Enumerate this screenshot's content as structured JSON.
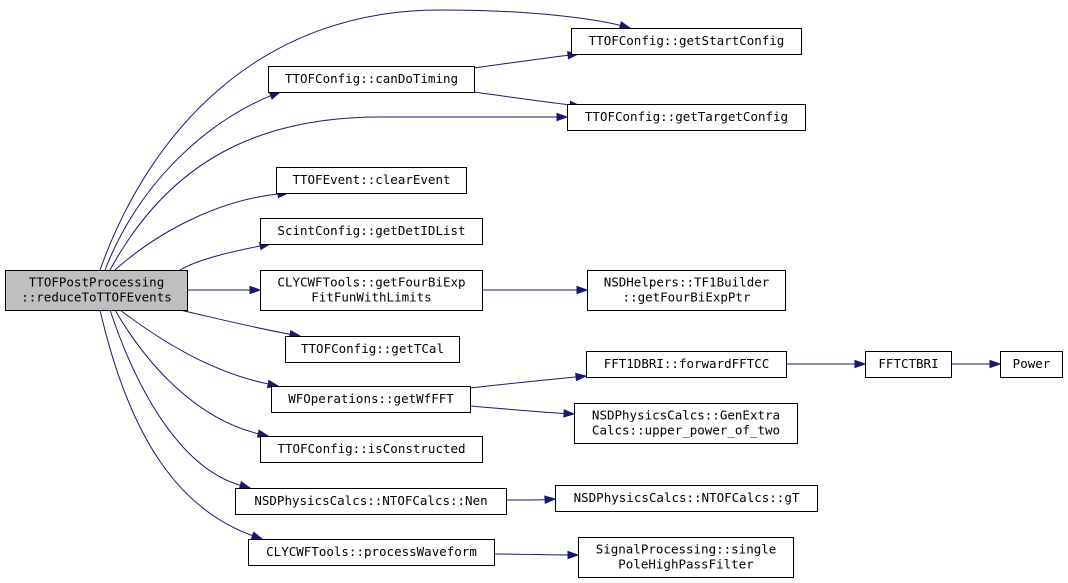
{
  "graph": {
    "edge_color": "#191970",
    "root_fill": "#bfbfbf",
    "node_fill": "#ffffff",
    "nodes": [
      {
        "id": "root",
        "lines": [
          "TTOFPostProcessing",
          "::reduceToTTOFEvents"
        ]
      },
      {
        "id": "startconfig",
        "lines": [
          "TTOFConfig::getStartConfig"
        ]
      },
      {
        "id": "candotiming",
        "lines": [
          "TTOFConfig::canDoTiming"
        ]
      },
      {
        "id": "targetconfig",
        "lines": [
          "TTOFConfig::getTargetConfig"
        ]
      },
      {
        "id": "clearevent",
        "lines": [
          "TTOFEvent::clearEvent"
        ]
      },
      {
        "id": "detidlist",
        "lines": [
          "ScintConfig::getDetIDList"
        ]
      },
      {
        "id": "fourbiexp",
        "lines": [
          "CLYCWFTools::getFourBiExp",
          "FitFunWithLimits"
        ]
      },
      {
        "id": "tf1builder",
        "lines": [
          "NSDHelpers::TF1Builder",
          "::getFourBiExpPtr"
        ]
      },
      {
        "id": "tcal",
        "lines": [
          "TTOFConfig::getTCal"
        ]
      },
      {
        "id": "forwardfftcc",
        "lines": [
          "FFT1DBRI::forwardFFTCC"
        ]
      },
      {
        "id": "fftctbri",
        "lines": [
          "FFTCTBRI"
        ]
      },
      {
        "id": "power",
        "lines": [
          "Power"
        ]
      },
      {
        "id": "getwffft",
        "lines": [
          "WFOperations::getWfFFT"
        ]
      },
      {
        "id": "upperpower",
        "lines": [
          "NSDPhysicsCalcs::GenExtra",
          "Calcs::upper_power_of_two"
        ]
      },
      {
        "id": "isconstructed",
        "lines": [
          "TTOFConfig::isConstructed"
        ]
      },
      {
        "id": "nen",
        "lines": [
          "NSDPhysicsCalcs::NTOFCalcs::Nen"
        ]
      },
      {
        "id": "gt",
        "lines": [
          "NSDPhysicsCalcs::NTOFCalcs::gT"
        ]
      },
      {
        "id": "processwaveform",
        "lines": [
          "CLYCWFTools::processWaveform"
        ]
      },
      {
        "id": "highpass",
        "lines": [
          "SignalProcessing::single",
          "PoleHighPassFilter"
        ]
      }
    ],
    "edges": [
      {
        "from": "root",
        "to": "startconfig"
      },
      {
        "from": "root",
        "to": "candotiming"
      },
      {
        "from": "root",
        "to": "targetconfig"
      },
      {
        "from": "candotiming",
        "to": "startconfig"
      },
      {
        "from": "candotiming",
        "to": "targetconfig"
      },
      {
        "from": "root",
        "to": "clearevent"
      },
      {
        "from": "root",
        "to": "detidlist"
      },
      {
        "from": "root",
        "to": "fourbiexp"
      },
      {
        "from": "fourbiexp",
        "to": "tf1builder"
      },
      {
        "from": "root",
        "to": "tcal"
      },
      {
        "from": "root",
        "to": "getwffft"
      },
      {
        "from": "getwffft",
        "to": "forwardfftcc"
      },
      {
        "from": "forwardfftcc",
        "to": "fftctbri"
      },
      {
        "from": "fftctbri",
        "to": "power"
      },
      {
        "from": "getwffft",
        "to": "upperpower"
      },
      {
        "from": "root",
        "to": "isconstructed"
      },
      {
        "from": "root",
        "to": "nen"
      },
      {
        "from": "nen",
        "to": "gt"
      },
      {
        "from": "root",
        "to": "processwaveform"
      },
      {
        "from": "processwaveform",
        "to": "highpass"
      }
    ]
  }
}
